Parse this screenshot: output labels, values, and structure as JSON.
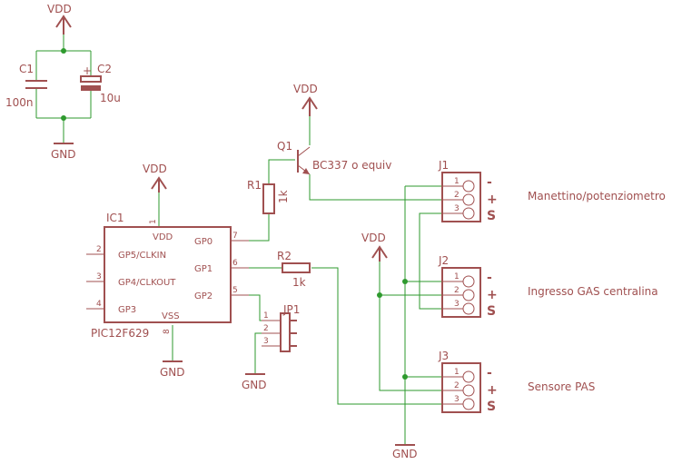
{
  "supply": {
    "vdd": "VDD",
    "gnd": "GND"
  },
  "capacitors": {
    "c1_ref": "C1",
    "c1_value": "100n",
    "c2_ref": "C2",
    "c2_value": "10u",
    "c2_polarity": "+"
  },
  "transistor": {
    "ref": "Q1",
    "value": "BC337 o equiv"
  },
  "resistors": {
    "r1_ref": "R1",
    "r1_value": "1k",
    "r2_ref": "R2",
    "r2_value": "1k"
  },
  "ic": {
    "ref": "IC1",
    "value": "PIC12F629",
    "pins": {
      "vdd": "VDD",
      "gp5": "GP5/CLKIN",
      "gp4": "GP4/CLKOUT",
      "gp3": "GP3",
      "gp0": "GP0",
      "gp1": "GP1",
      "gp2": "GP2",
      "vss": "VSS"
    },
    "pin_numbers": {
      "p1": "1",
      "p2": "2",
      "p3": "3",
      "p4": "4",
      "p5": "5",
      "p6": "6",
      "p7": "7",
      "p8": "8"
    }
  },
  "jumper": {
    "ref": "JP1",
    "pin1": "1",
    "pin2": "2",
    "pin3": "3"
  },
  "connectors": [
    {
      "ref": "J1",
      "description": "Manettino/potenziometro",
      "pin1": "1",
      "pin2": "2",
      "pin3": "3",
      "sig1": "-",
      "sig2": "+",
      "sig3": "S"
    },
    {
      "ref": "J2",
      "description": "Ingresso GAS centralina",
      "pin1": "1",
      "pin2": "2",
      "pin3": "3",
      "sig1": "-",
      "sig2": "+",
      "sig3": "S"
    },
    {
      "ref": "J3",
      "description": "Sensore PAS",
      "pin1": "1",
      "pin2": "2",
      "pin3": "3",
      "sig1": "-",
      "sig2": "+",
      "sig3": "S"
    }
  ]
}
